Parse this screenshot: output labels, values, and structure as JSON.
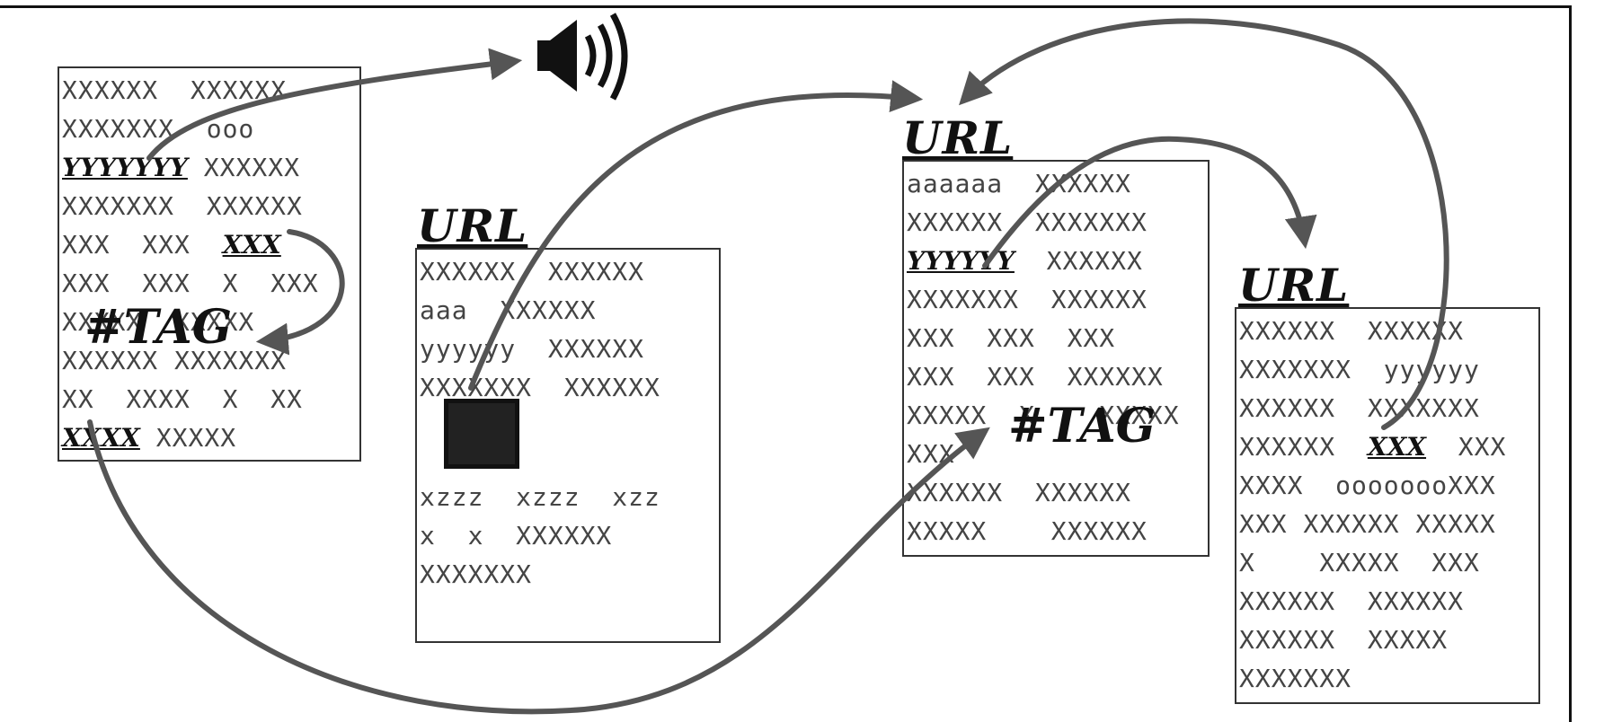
{
  "docs": [
    {
      "id": "doc1",
      "lines": [
        [
          "XXXXXX  XXXXXX"
        ],
        [
          "XXXXXXX  ooo"
        ],
        [
          {
            "t": "YYYYYYY",
            "e": true
          },
          " XXXXXX"
        ],
        [
          "XXXXXXX  XXXXXX"
        ],
        [
          "XXX  XXX  ",
          {
            "t": "XXX",
            "e": true
          }
        ],
        [
          "XXX  XXX  X  XXX"
        ],
        [
          "XXXXX  XXXXX"
        ],
        [
          "XXXXXX XXXXXXX"
        ],
        [
          "XX  XXXX  X  XX"
        ],
        [
          {
            "t": "XXXX",
            "e": true
          },
          " XXXXX"
        ]
      ],
      "tag": "#TAG"
    },
    {
      "id": "doc2",
      "url": "URL",
      "lines_top": [
        [
          "XXXXXX  XXXXXX"
        ],
        [
          "aaa  XXXXXX"
        ],
        [
          "yyyyyy  XXXXXX"
        ],
        [
          "XXXXXXX  XXXXXX"
        ]
      ],
      "lines_bottom": [
        [
          "xzzz  xzzz  xzz"
        ],
        [
          "x  x  XXXXXX"
        ],
        [
          "XXXXXXX"
        ]
      ]
    },
    {
      "id": "doc3",
      "url": "URL",
      "lines": [
        [
          "aaaaaa  XXXXXX"
        ],
        [
          "XXXXXX  XXXXXXX"
        ],
        [
          {
            "t": "YYYYYY",
            "e": true
          },
          "  XXXXXX"
        ],
        [
          "XXXXXXX  XXXXXX"
        ],
        [
          "XXX  XXX  XXX"
        ],
        [
          "XXX  XXX  XXXXXX"
        ],
        [
          "XXXXX  X    XXXXX"
        ],
        [
          "XXX"
        ],
        [
          "XXXXXX  XXXXXX"
        ],
        [
          "XXXXX    XXXXXX"
        ]
      ],
      "tag": "#TAG"
    },
    {
      "id": "doc4",
      "url": "URL",
      "lines": [
        [
          "XXXXXX  XXXXXX"
        ],
        [
          "XXXXXXX  yyyyyy"
        ],
        [
          "XXXXXX  XXXXXXX"
        ],
        [
          "XXXXXX  ",
          {
            "t": "XXX",
            "e": true
          },
          "  XXX"
        ],
        [
          "XXXX  oooooooXXX"
        ],
        [
          "XXX XXXXXX XXXXX"
        ],
        [
          "X    XXXXX  XXX"
        ],
        [
          "XXXXXX  XXXXXX"
        ],
        [
          "XXXXXX  XXXXX"
        ],
        [
          "XXXXXXX"
        ]
      ]
    }
  ],
  "colors": {
    "arrow": "#555555",
    "border": "#333333",
    "text": "#444444"
  },
  "icons": {
    "speaker": "speaker-icon",
    "media": "media-block"
  }
}
